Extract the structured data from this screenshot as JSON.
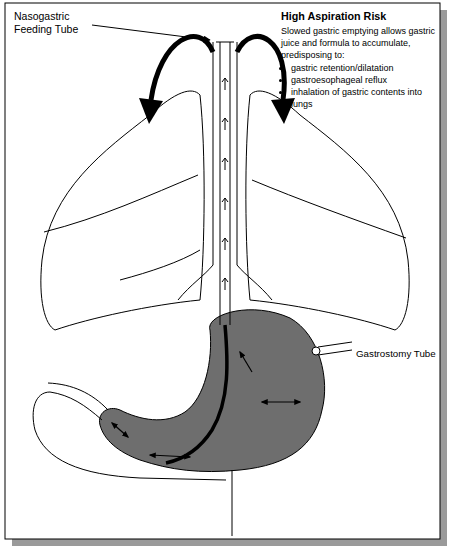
{
  "diagram": {
    "title": "High Aspiration Risk",
    "labels": [
      "Nasogastric Feeding Tube",
      "Slowed gastric emptying allows gastric juice and formula to accumulate, predisposing to:",
      "gastric retention/dilatation",
      "gastroesophageal reflux",
      "inhalation of gastric contents into lungs",
      "Gastrostomy Tube"
    ]
  }
}
